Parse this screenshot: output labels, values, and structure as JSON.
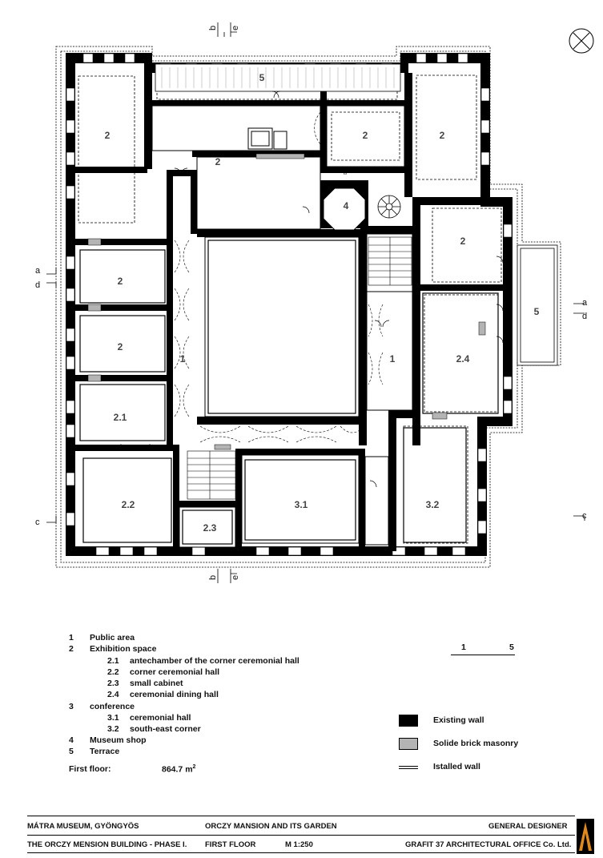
{
  "compass": {
    "icon": "compass-icon"
  },
  "room_labels": [
    {
      "id": "r-terrace-top",
      "text": "5"
    },
    {
      "id": "r-nw-1",
      "text": "2"
    },
    {
      "id": "r-north-corridor",
      "text": "2"
    },
    {
      "id": "r-north-mid",
      "text": "2"
    },
    {
      "id": "r-ne",
      "text": "2"
    },
    {
      "id": "r-shop",
      "text": "4"
    },
    {
      "id": "r-east-upper",
      "text": "2"
    },
    {
      "id": "r-west-a",
      "text": "2"
    },
    {
      "id": "r-west-b",
      "text": "2"
    },
    {
      "id": "r-west-c",
      "text": "2.1"
    },
    {
      "id": "r-sw",
      "text": "2.2"
    },
    {
      "id": "r-cabinet",
      "text": "2.3"
    },
    {
      "id": "r-ceremonial",
      "text": "3.1"
    },
    {
      "id": "r-se",
      "text": "3.2"
    },
    {
      "id": "r-dining",
      "text": "2.4"
    },
    {
      "id": "r-public-w",
      "text": "1"
    },
    {
      "id": "r-public-e",
      "text": "1"
    },
    {
      "id": "r-terrace-e",
      "text": "5"
    }
  ],
  "section_marks": {
    "a": "a",
    "b": "b",
    "c": "c",
    "d": "d",
    "e": "e"
  },
  "legend": {
    "items": [
      {
        "num": "1",
        "label": "Public area"
      },
      {
        "num": "2",
        "label": "Exhibition space"
      },
      {
        "num": "2.1",
        "label": "antechamber of the corner ceremonial hall"
      },
      {
        "num": "2.2",
        "label": "corner ceremonial hall"
      },
      {
        "num": "2.3",
        "label": "small cabinet"
      },
      {
        "num": "2.4",
        "label": "ceremonial dining hall"
      },
      {
        "num": "3",
        "label": "conference"
      },
      {
        "num": "3.1",
        "label": "ceremonial hall"
      },
      {
        "num": "3.2",
        "label": "south-east corner"
      },
      {
        "num": "4",
        "label": "Museum shop"
      },
      {
        "num": "5",
        "label": "Terrace"
      }
    ],
    "floor_label": "First floor:",
    "floor_area": "864.7 m",
    "floor_area_sup": "2"
  },
  "scale_bar": {
    "start": "1",
    "end": "5"
  },
  "wall_legend": {
    "existing": "Existing wall",
    "brick": "Solide brick masonry",
    "installed": "Istalled wall",
    "colors": {
      "existing": "#000000",
      "brick": "#b4b4b4"
    }
  },
  "title_block": {
    "project": "MÁTRA MUSEUM, GYÖNGYÖS",
    "subject": "ORCZY MANSION AND ITS GARDEN",
    "role": "GENERAL DESIGNER",
    "building": "THE ORCZY MENSION BUILDING - PHASE I.",
    "floor": "FIRST FLOOR",
    "scale": "M 1:250",
    "office": "GRAFIT 37 ARCHITECTURAL OFFICE Co. Ltd.",
    "logo_icon": "grafit-logo-icon"
  }
}
